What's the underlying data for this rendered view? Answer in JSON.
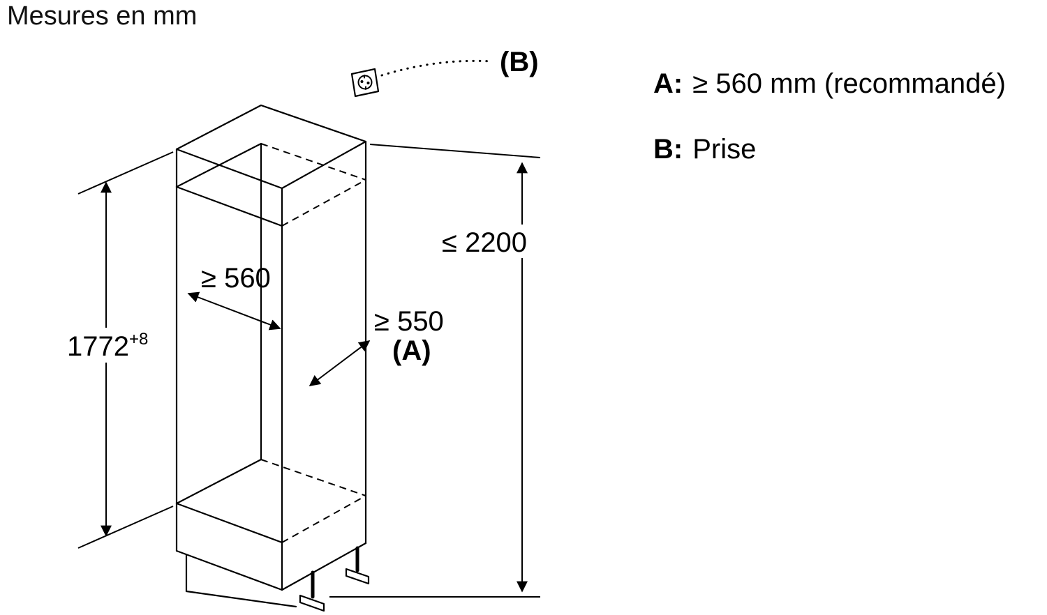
{
  "title": "Mesures en mm",
  "legend": {
    "a_key": "A:",
    "a_value": "≥ 560 mm (recommandé)",
    "b_key": "B:",
    "b_value": "Prise"
  },
  "dimensions": {
    "niche_height": {
      "value": "1772",
      "tolerance": "+8"
    },
    "niche_depth": "≥ 560",
    "clearance_depth": "≥ 550",
    "clearance_depth_ref": "(A)",
    "max_height": "≤ 2200",
    "socket_ref": "(B)"
  },
  "icons": {
    "socket_icon": "power-socket-icon"
  },
  "colors": {
    "line": "#000000",
    "background": "#ffffff"
  }
}
